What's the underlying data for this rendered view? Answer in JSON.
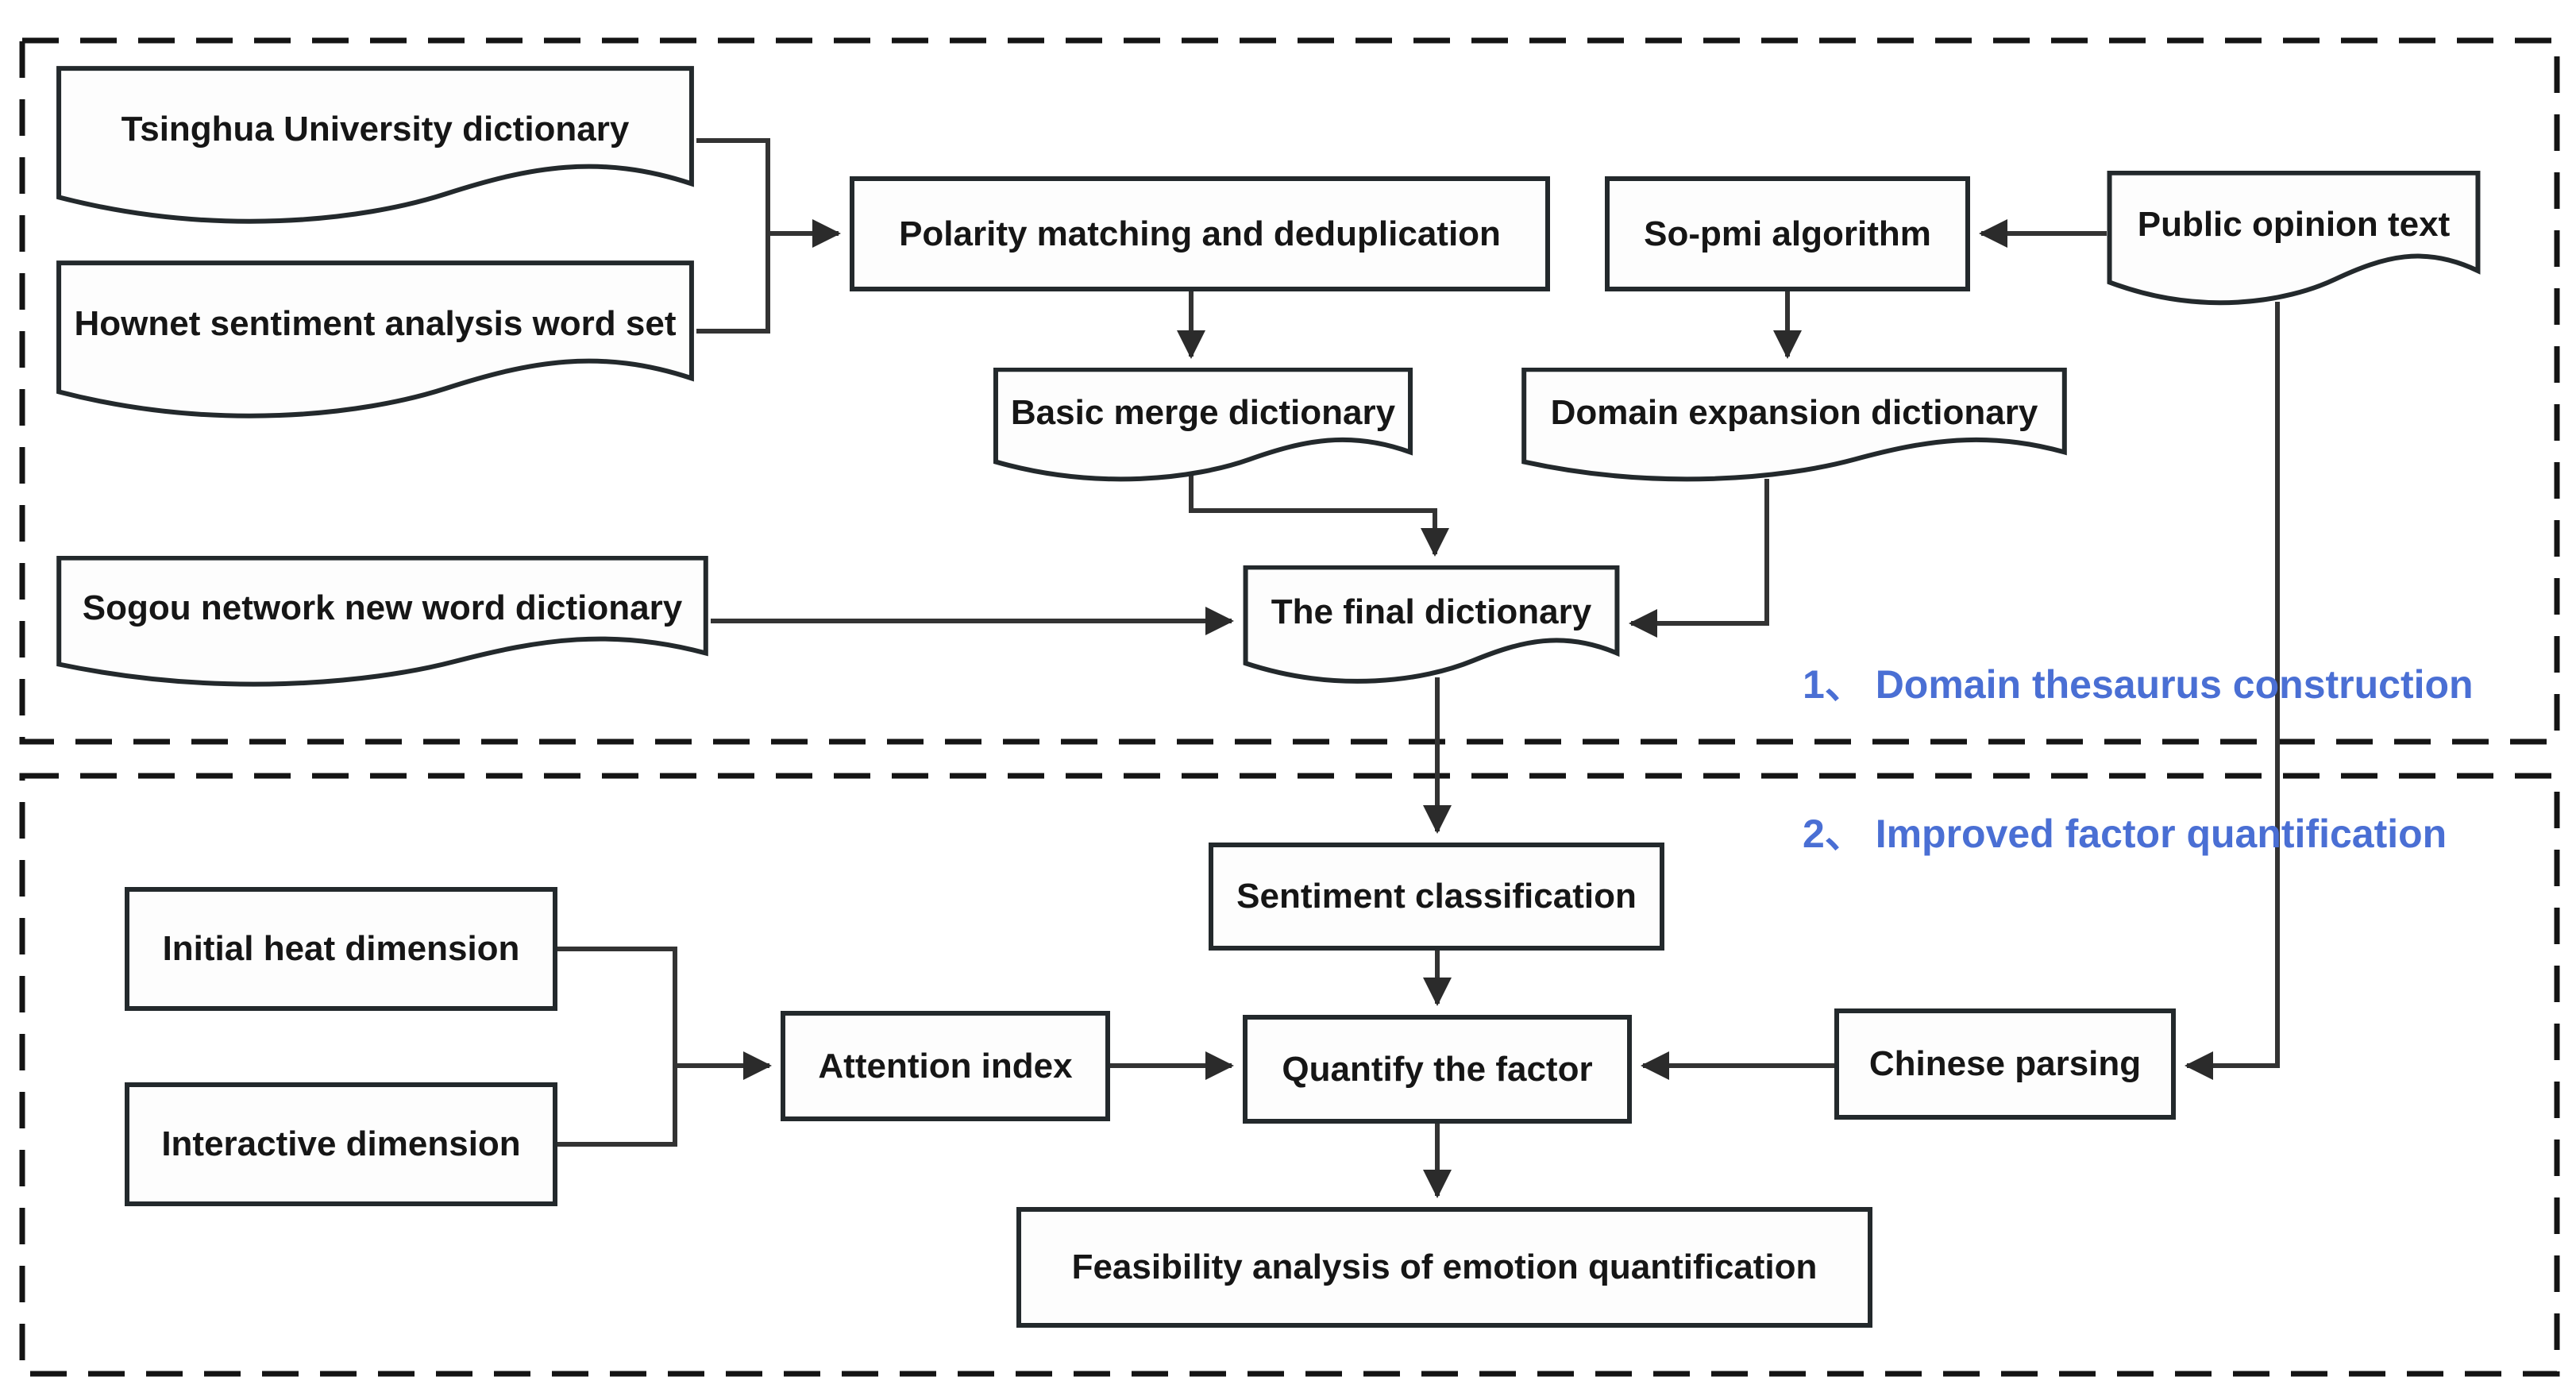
{
  "diagram": {
    "title_implicit": "Sentiment dictionary construction and factor quantification flowchart",
    "background_color": "#ffffff",
    "line_color": "#333333",
    "node_border_color": "#23292c",
    "accent_blue": "#4a6fd4",
    "sections": [
      {
        "id": "section-1",
        "label": "1、 Domain thesaurus construction"
      },
      {
        "id": "section-2",
        "label": "2、 Improved factor quantification"
      }
    ],
    "nodes": [
      {
        "id": "tsinghua",
        "shape": "document",
        "label": "Tsinghua University dictionary"
      },
      {
        "id": "hownet",
        "shape": "document",
        "label": "Hownet sentiment analysis word set"
      },
      {
        "id": "polarity",
        "shape": "rectangle",
        "label": "Polarity matching and deduplication"
      },
      {
        "id": "sopmi",
        "shape": "rectangle",
        "label": "So-pmi algorithm"
      },
      {
        "id": "public",
        "shape": "document",
        "label": "Public opinion text"
      },
      {
        "id": "basic",
        "shape": "document",
        "label": "Basic merge dictionary"
      },
      {
        "id": "domain",
        "shape": "document",
        "label": "Domain expansion dictionary"
      },
      {
        "id": "sogou",
        "shape": "document",
        "label": "Sogou network new word dictionary"
      },
      {
        "id": "final",
        "shape": "document",
        "label": "The final dictionary"
      },
      {
        "id": "sentiment",
        "shape": "rectangle",
        "label": "Sentiment classification"
      },
      {
        "id": "initial",
        "shape": "rectangle",
        "label": "Initial heat dimension"
      },
      {
        "id": "interactive",
        "shape": "rectangle",
        "label": "Interactive dimension"
      },
      {
        "id": "attention",
        "shape": "rectangle",
        "label": "Attention index"
      },
      {
        "id": "quantify",
        "shape": "rectangle",
        "label": "Quantify the factor"
      },
      {
        "id": "chinese",
        "shape": "rectangle",
        "label": "Chinese parsing"
      },
      {
        "id": "feasibility",
        "shape": "rectangle",
        "label": "Feasibility analysis of emotion quantification"
      }
    ],
    "edges": [
      "tsinghua+hownet -> polarity",
      "polarity -> basic",
      "public -> sopmi",
      "sopmi -> domain",
      "basic -> final",
      "domain -> final",
      "sogou -> final",
      "final -> sentiment",
      "sentiment -> quantify",
      "initial+interactive -> attention",
      "attention -> quantify",
      "public -> chinese",
      "chinese -> quantify",
      "quantify -> feasibility"
    ]
  }
}
